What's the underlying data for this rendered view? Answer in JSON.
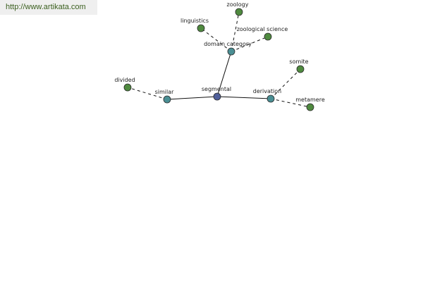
{
  "source_url": "http://www.artikata.com",
  "colors": {
    "center_node": "#4f5f9a",
    "hub_node": "#4a8f94",
    "leaf_node": "#4f8a3f",
    "node_stroke": "#2a2a2a",
    "edge": "#111111",
    "url_text": "#3a5f1e",
    "url_background": "#efefef"
  },
  "graph": {
    "nodes": [
      {
        "id": "segmental",
        "label": "segmental",
        "kind": "center"
      },
      {
        "id": "domain-category",
        "label": "domain category",
        "kind": "hub"
      },
      {
        "id": "similar",
        "label": "similar",
        "kind": "hub"
      },
      {
        "id": "derivation",
        "label": "derivation",
        "kind": "hub"
      },
      {
        "id": "zoology",
        "label": "zoology",
        "kind": "leaf"
      },
      {
        "id": "linguistics",
        "label": "linguistics",
        "kind": "leaf"
      },
      {
        "id": "zoological-science",
        "label": "zoological science",
        "kind": "leaf"
      },
      {
        "id": "divided",
        "label": "divided",
        "kind": "leaf"
      },
      {
        "id": "somite",
        "label": "somite",
        "kind": "leaf"
      },
      {
        "id": "metamere",
        "label": "metamere",
        "kind": "leaf"
      }
    ],
    "edges": [
      {
        "from": "segmental",
        "to": "domain-category",
        "style": "solid"
      },
      {
        "from": "segmental",
        "to": "similar",
        "style": "solid"
      },
      {
        "from": "segmental",
        "to": "derivation",
        "style": "solid"
      },
      {
        "from": "domain-category",
        "to": "zoology",
        "style": "dashed"
      },
      {
        "from": "domain-category",
        "to": "linguistics",
        "style": "dashed"
      },
      {
        "from": "domain-category",
        "to": "zoological-science",
        "style": "dashed"
      },
      {
        "from": "similar",
        "to": "divided",
        "style": "dashed"
      },
      {
        "from": "derivation",
        "to": "somite",
        "style": "dashed"
      },
      {
        "from": "derivation",
        "to": "metamere",
        "style": "dashed"
      }
    ]
  }
}
